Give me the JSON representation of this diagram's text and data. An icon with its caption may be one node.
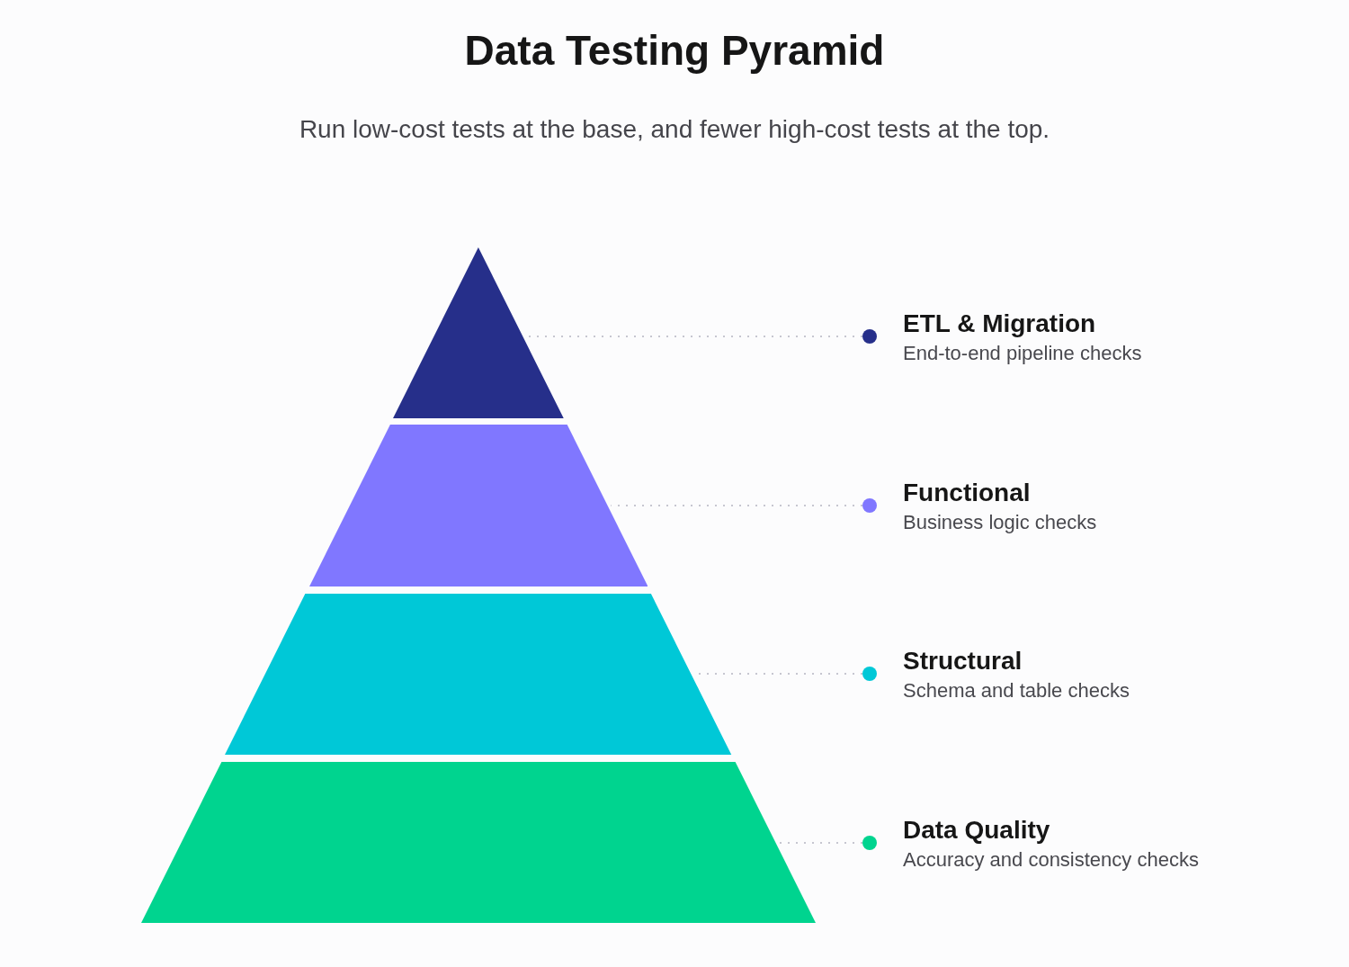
{
  "diagram": {
    "title": "Data Testing Pyramid",
    "nodes": [
      {
        "text": [],
        "shape": "triangle"
      },
      {
        "text": [],
        "shape": "trapezoid"
      },
      {
        "text": [],
        "shape": "trapezoid"
      },
      {
        "text": [],
        "shape": "trapezoid"
      },
      {
        "text": [
          "ETL & Migration",
          "End-to-end pipeline checks"
        ]
      },
      {
        "text": [
          "Functional",
          "Business logic checks"
        ]
      },
      {
        "text": [
          "Structural",
          "Schema and table checks"
        ]
      },
      {
        "text": [
          "Data Quality",
          "Accuracy and consistency checks"
        ]
      }
    ],
    "edges": [
      {
        "from": 4,
        "to": 0,
        "arrow": "none"
      },
      {
        "from": 5,
        "to": 1,
        "arrow": "none"
      },
      {
        "from": 6,
        "to": 2,
        "arrow": "none"
      },
      {
        "from": 7,
        "to": 3,
        "arrow": "none"
      }
    ],
    "labels": [
      "Run low-cost tests at the base, and fewer high-cost tests at the top."
    ]
  }
}
